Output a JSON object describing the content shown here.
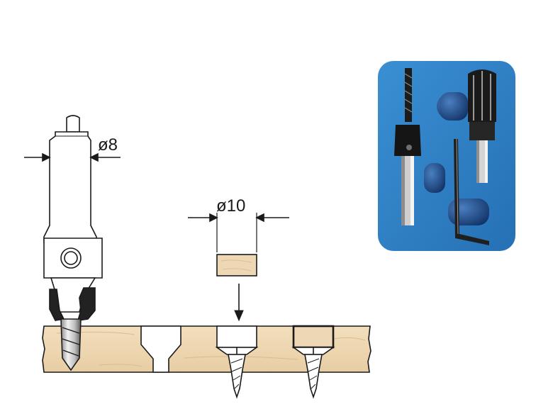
{
  "dimensions": {
    "shank_diameter": "ø8",
    "plug_diameter": "ø10"
  },
  "icons": {
    "photo_inset": "tool-set-photo",
    "insert_arrow": "arrow-down-icon"
  },
  "colors": {
    "wood": "#eed7b4",
    "wood_grain": "#dcbf95",
    "photo_background": "#2f83c8",
    "outline": "#1a1a1a",
    "tool_dark": "#222222"
  }
}
